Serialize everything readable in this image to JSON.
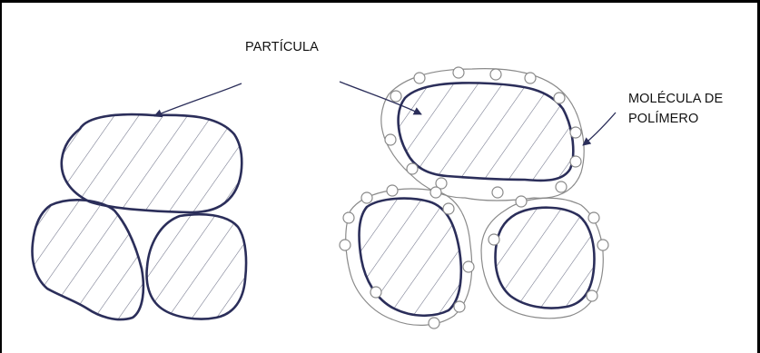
{
  "labels": {
    "particle": "PARTÍCULA",
    "polymer_line1": "MOLÉCULA DE",
    "polymer_line2": "POLÍMERO"
  },
  "colors": {
    "outline": "#2b2e5a",
    "hatch": "#6f7288",
    "polymer": "#7a7a7a",
    "text": "#111111"
  }
}
